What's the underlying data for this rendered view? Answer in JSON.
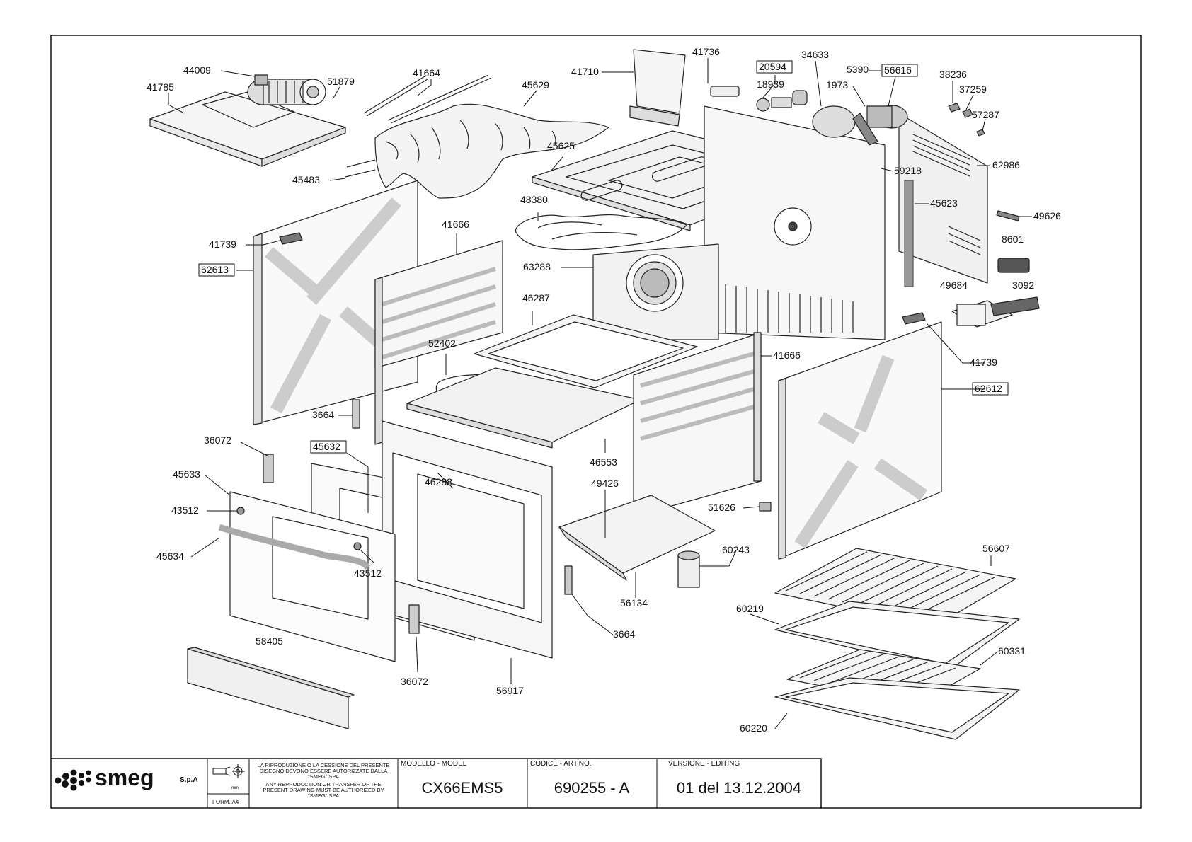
{
  "title_block": {
    "brand": "smeg",
    "brand_suffix": "S.p.A",
    "mm": "mm",
    "form": "FORM. A4",
    "notice": [
      "LA RIPRODUZIONE O LA CESSIONE DEL PRESENTE",
      "DISEGNO DEVONO ESSERE AUTORIZZATE DALLA",
      "\"SMEG\" SPA",
      "ANY REPRODUCTION OR TRANSFER OF THE",
      "PRESENT DRAWING MUST BE AUTHORIZED BY",
      "\"SMEG\" SPA"
    ],
    "model_label": "MODELLO - MODEL",
    "model_value": "CX66EMS5",
    "code_label": "CODICE - ART.NO.",
    "code_value": "690255 - A",
    "version_label": "VERSIONE - EDITING",
    "version_value": "01 del 13.12.2004"
  },
  "parts": [
    {
      "id": "p44009",
      "code": "44009",
      "boxed": false
    },
    {
      "id": "p41785",
      "code": "41785",
      "boxed": false
    },
    {
      "id": "p51879",
      "code": "51879",
      "boxed": false
    },
    {
      "id": "p41664",
      "code": "41664",
      "boxed": false
    },
    {
      "id": "p45629",
      "code": "45629",
      "boxed": false
    },
    {
      "id": "p41710",
      "code": "41710",
      "boxed": false
    },
    {
      "id": "p41736",
      "code": "41736",
      "boxed": false
    },
    {
      "id": "p20594",
      "code": "20594",
      "boxed": true
    },
    {
      "id": "p18939",
      "code": "18939",
      "boxed": false
    },
    {
      "id": "p34633",
      "code": "34633",
      "boxed": false
    },
    {
      "id": "p5390",
      "code": "5390",
      "boxed": false
    },
    {
      "id": "p56616",
      "code": "56616",
      "boxed": true
    },
    {
      "id": "p1973",
      "code": "1973",
      "boxed": false
    },
    {
      "id": "p38236",
      "code": "38236",
      "boxed": false
    },
    {
      "id": "p37259",
      "code": "37259",
      "boxed": false
    },
    {
      "id": "p57287",
      "code": "57287",
      "boxed": false
    },
    {
      "id": "p62986",
      "code": "62986",
      "boxed": false
    },
    {
      "id": "p45625",
      "code": "45625",
      "boxed": false
    },
    {
      "id": "p59218",
      "code": "59218",
      "boxed": false
    },
    {
      "id": "p45623",
      "code": "45623",
      "boxed": false
    },
    {
      "id": "p49626",
      "code": "49626",
      "boxed": false
    },
    {
      "id": "p45483",
      "code": "45483",
      "boxed": false
    },
    {
      "id": "p48380",
      "code": "48380",
      "boxed": false
    },
    {
      "id": "p8601",
      "code": "8601",
      "boxed": false
    },
    {
      "id": "p41739a",
      "code": "41739",
      "boxed": false
    },
    {
      "id": "p62613",
      "code": "62613",
      "boxed": true
    },
    {
      "id": "p41666a",
      "code": "41666",
      "boxed": false
    },
    {
      "id": "p63288",
      "code": "63288",
      "boxed": false
    },
    {
      "id": "p49684",
      "code": "49684",
      "boxed": false
    },
    {
      "id": "p3092",
      "code": "3092",
      "boxed": false
    },
    {
      "id": "p46287",
      "code": "46287",
      "boxed": false
    },
    {
      "id": "p52402",
      "code": "52402",
      "boxed": false
    },
    {
      "id": "p41666b",
      "code": "41666",
      "boxed": false
    },
    {
      "id": "p41739b",
      "code": "41739",
      "boxed": false
    },
    {
      "id": "p62612",
      "code": "62612",
      "boxed": true
    },
    {
      "id": "p3664a",
      "code": "3664",
      "boxed": false
    },
    {
      "id": "p36072a",
      "code": "36072",
      "boxed": false
    },
    {
      "id": "p45632",
      "code": "45632",
      "boxed": true
    },
    {
      "id": "p46553",
      "code": "46553",
      "boxed": false
    },
    {
      "id": "p45633",
      "code": "45633",
      "boxed": false
    },
    {
      "id": "p46288",
      "code": "46288",
      "boxed": false
    },
    {
      "id": "p49426",
      "code": "49426",
      "boxed": false
    },
    {
      "id": "p43512a",
      "code": "43512",
      "boxed": false
    },
    {
      "id": "p51626",
      "code": "51626",
      "boxed": false
    },
    {
      "id": "p45634",
      "code": "45634",
      "boxed": false
    },
    {
      "id": "p43512b",
      "code": "43512",
      "boxed": false
    },
    {
      "id": "p60243",
      "code": "60243",
      "boxed": false
    },
    {
      "id": "p56607",
      "code": "56607",
      "boxed": false
    },
    {
      "id": "p56134",
      "code": "56134",
      "boxed": false
    },
    {
      "id": "p60219",
      "code": "60219",
      "boxed": false
    },
    {
      "id": "p3664b",
      "code": "3664",
      "boxed": false
    },
    {
      "id": "p58405",
      "code": "58405",
      "boxed": false
    },
    {
      "id": "p60331",
      "code": "60331",
      "boxed": false
    },
    {
      "id": "p36072b",
      "code": "36072",
      "boxed": false
    },
    {
      "id": "p56917",
      "code": "56917",
      "boxed": false
    },
    {
      "id": "p60220",
      "code": "60220",
      "boxed": false
    }
  ]
}
